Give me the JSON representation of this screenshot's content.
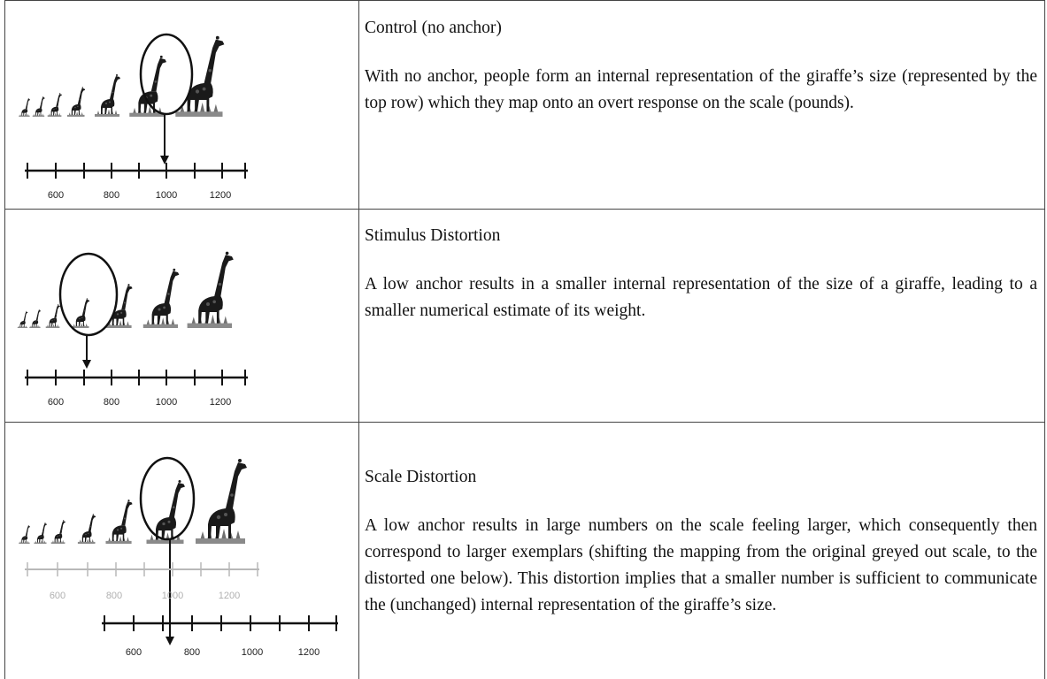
{
  "rows": [
    {
      "caption": "Control (no anchor)",
      "text": "With no anchor, people form an internal representation of the giraffe’s size (represented by the top row) which they map onto an overt response on the scale (pounds).",
      "scale_labels": [
        "600",
        "800",
        "1000",
        "1200"
      ]
    },
    {
      "caption": "Stimulus Distortion",
      "text": "A low anchor results in a smaller internal representation of the size of a giraffe, leading to a smaller numerical estimate of its weight.",
      "scale_labels": [
        "600",
        "800",
        "1000",
        "1200"
      ]
    },
    {
      "caption": "Scale Distortion",
      "text": "A low anchor results in large numbers on the scale feeling larger, which consequently then correspond to larger exemplars (shifting the mapping from the original greyed out scale, to the distorted one below).  This distortion implies that a smaller number is sufficient to communicate the (unchanged) internal representation of the giraffe’s size.",
      "scale_labels_original": [
        "600",
        "800",
        "1000",
        "1200"
      ],
      "scale_labels_distorted": [
        "600",
        "800",
        "1000",
        "1200"
      ]
    }
  ],
  "colors": {
    "ink": "#111111",
    "grey_scale": "#b8b8b8",
    "grass": "#6f6f6f",
    "border": "#444444"
  }
}
